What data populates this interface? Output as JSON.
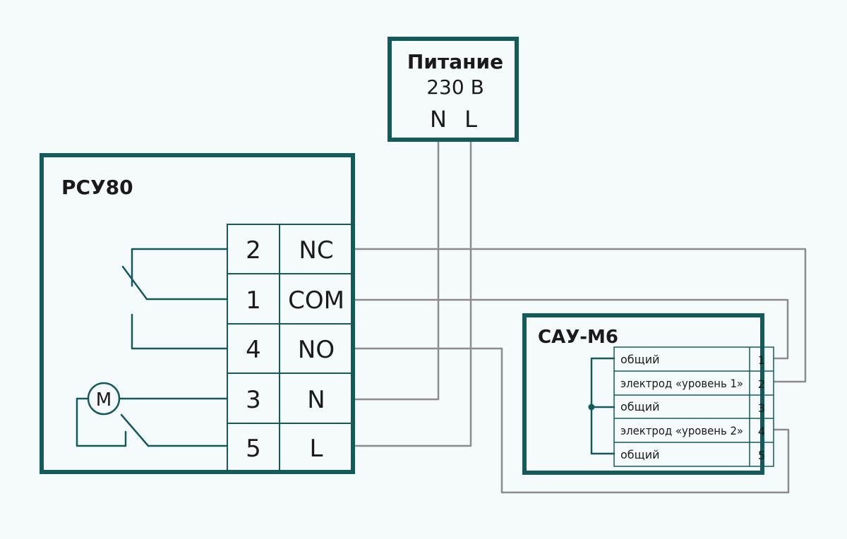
{
  "power": {
    "title": "Питание",
    "voltage": "230 В",
    "n": "N",
    "l": "L"
  },
  "rsu": {
    "title": "РСУ80",
    "terminals": [
      {
        "num": "2",
        "name": "NC"
      },
      {
        "num": "1",
        "name": "COM"
      },
      {
        "num": "4",
        "name": "NO"
      },
      {
        "num": "3",
        "name": "N"
      },
      {
        "num": "5",
        "name": "L"
      }
    ],
    "motor": "M"
  },
  "sau": {
    "title": "САУ-М6",
    "terminals": [
      {
        "label": "общий",
        "num": "1"
      },
      {
        "label": "электрод «уровень 1»",
        "num": "2"
      },
      {
        "label": "общий",
        "num": "3"
      },
      {
        "label": "электрод «уровень 2»",
        "num": "4"
      },
      {
        "label": "общий",
        "num": "5"
      }
    ]
  },
  "colors": {
    "frame": "#145a5a",
    "wire": "#8c8c8c",
    "background": "#f5fafc"
  }
}
